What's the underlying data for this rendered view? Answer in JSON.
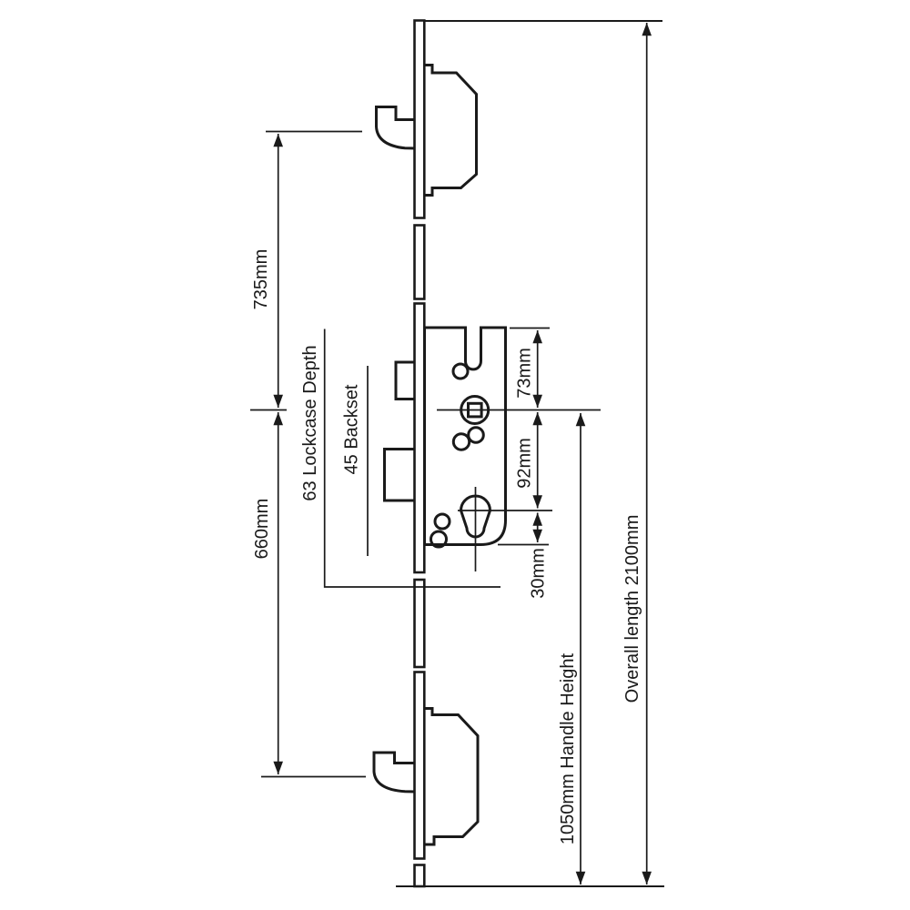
{
  "diagram": {
    "background_color": "#ffffff",
    "line_color": "#1a1a1a",
    "labels": {
      "upper_span": "735mm",
      "lower_span": "660mm",
      "lockcase_depth": "63 Lockcase Depth",
      "backset": "45 Backset",
      "case_top_to_spindle": "73mm",
      "spindle_to_cylinder": "92mm",
      "cylinder_to_case_bottom": "30mm",
      "handle_height": "1050mm Handle Height",
      "overall_length": "Overall length 2100mm"
    }
  }
}
